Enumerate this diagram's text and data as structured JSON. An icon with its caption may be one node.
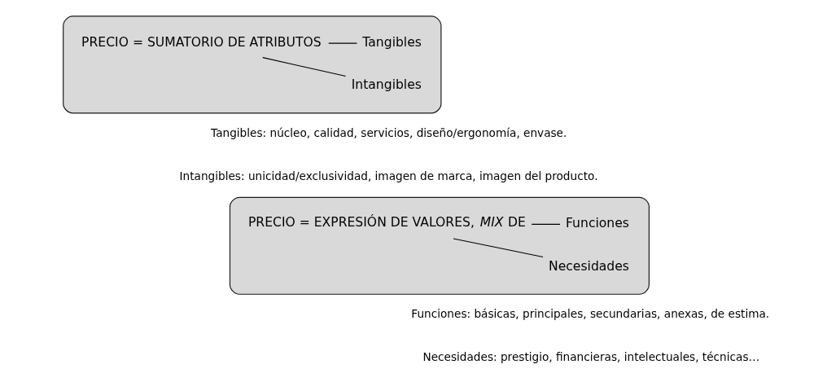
{
  "diagram": {
    "nodes": [
      {
        "text": [],
        "shape": "box"
      },
      {
        "text": [
          "PRECIO = SUMATORIO DE ATRIBUTOS"
        ],
        "in": 0
      },
      {
        "text": [
          "Tangibles"
        ],
        "in": 0
      },
      {
        "text": [
          "Intangibles"
        ],
        "in": 0
      },
      {
        "text": [],
        "shape": "box"
      },
      {
        "text": [
          "PRECIO = EXPRESIÓN DE VALORES, *MIX* DE"
        ],
        "in": 4
      },
      {
        "text": [
          "Funciones"
        ],
        "in": 4
      },
      {
        "text": [
          "Necesidades"
        ],
        "in": 4
      }
    ],
    "edges": [
      {
        "from": 1,
        "to": 2,
        "arrow": "none"
      },
      {
        "from": 1,
        "to": 3,
        "arrow": "none"
      },
      {
        "from": 5,
        "to": 6,
        "arrow": "none"
      },
      {
        "from": 5,
        "to": 7,
        "arrow": "none"
      }
    ],
    "labels": [
      "Tangibles: núcleo, calidad, servicios, diseño/ergonomía, envase.",
      "Intangibles: unicidad/exclusividad, imagen de marca, imagen del producto.",
      "Funciones: básicas, principales, secundarias, anexas, de estima.",
      "Necesidades: prestigio, financieras, intelectuales, técnicas…"
    ]
  }
}
